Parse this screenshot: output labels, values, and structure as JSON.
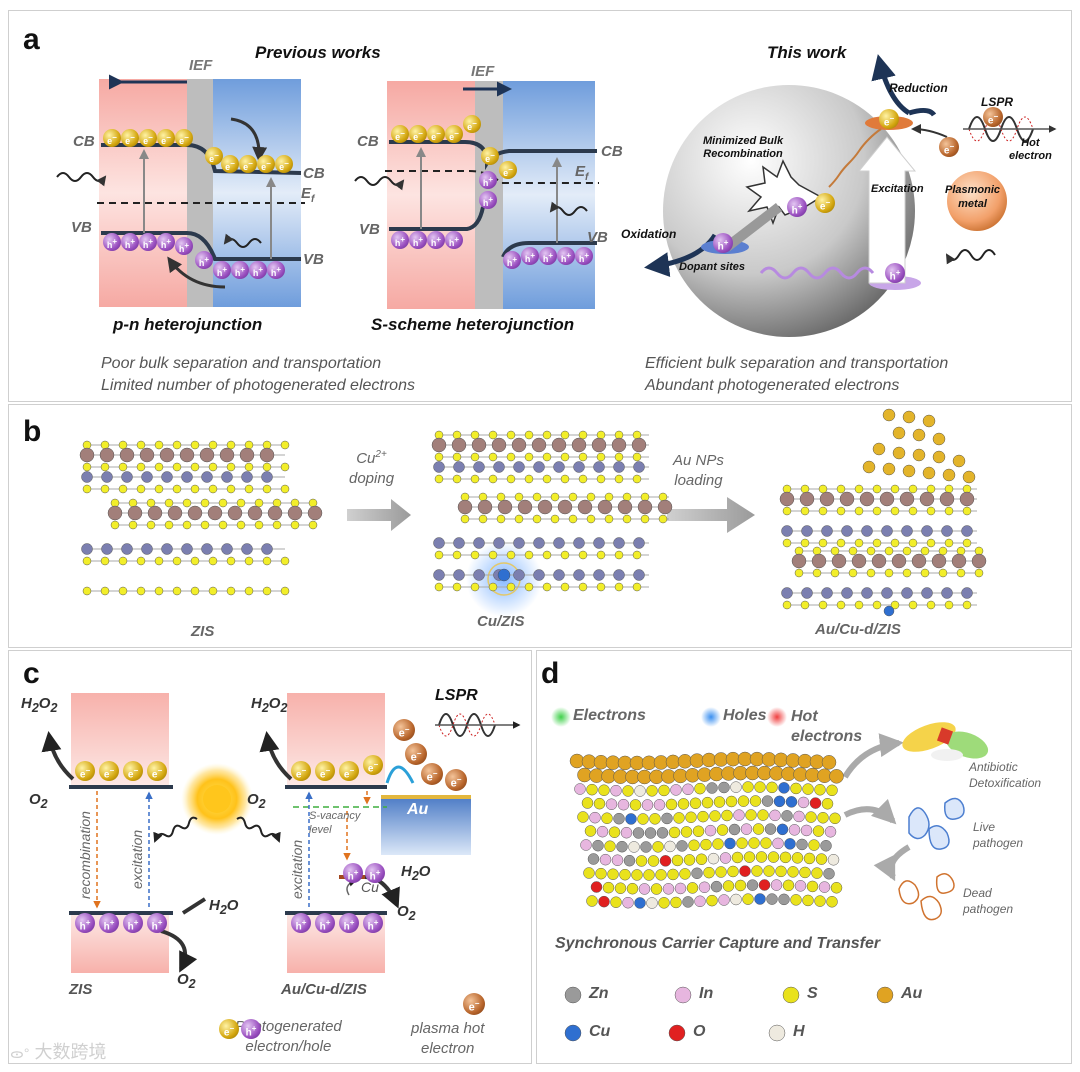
{
  "panel_a": {
    "label": "a",
    "previous_title": "Previous works",
    "this_title": "This work",
    "ief": "IEF",
    "cb": "CB",
    "vb": "VB",
    "ef": "E",
    "ef_sub": "f",
    "pn_title": "p-n heterojunction",
    "s_title": "S-scheme heterojunction",
    "note_left_1": "Poor bulk separation and transportation",
    "note_left_2": "Limited number of photogenerated electrons",
    "note_right_1": "Efficient bulk separation and transportation",
    "note_right_2": "Abundant photogenerated electrons",
    "reduction": "Reduction",
    "oxidation": "Oxidation",
    "lspr": "LSPR",
    "hot_electron_1": "Hot",
    "hot_electron_2": "electron",
    "minimized_1": "Minimized Bulk",
    "minimized_2": "Recombination",
    "excitation": "Excitation",
    "plasmonic_1": "Plasmonic",
    "plasmonic_2": "metal",
    "dopant": "Dopant sites",
    "e": "e",
    "h": "h"
  },
  "panel_b": {
    "label": "b",
    "step1_ion": "Cu",
    "step1_ion_sup": "2+",
    "step1_action": "doping",
    "step2_1": "Au NPs",
    "step2_2": "loading",
    "zis": "ZIS",
    "cuzis": "Cu/ZIS",
    "aucuzis": "Au/Cu-d/ZIS"
  },
  "panel_c": {
    "label": "c",
    "h2o2": "H",
    "o2": "O",
    "h2o": "H",
    "recombination": "recombination",
    "excitation": "excitation",
    "zis": "ZIS",
    "aucuzis": "Au/Cu-d/ZIS",
    "lspr": "LSPR",
    "au": "Au",
    "s_vacancy_1": "S-vacancy",
    "s_vacancy_2": "level",
    "cu": "Cu",
    "legend_1a": "Photogenerated",
    "legend_1b": "electron/hole",
    "legend_2a": "plasma hot",
    "legend_2b": "electron"
  },
  "panel_d": {
    "label": "d",
    "electrons": "Electrons",
    "holes": "Holes",
    "hot_1": "Hot",
    "hot_2": "electrons",
    "antibiotic_1": "Antibiotic",
    "antibiotic_2": "Detoxification",
    "live_1": "Live",
    "live_2": "pathogen",
    "dead_1": "Dead",
    "dead_2": "pathogen",
    "caption": "Synchronous Carrier Capture and Transfer",
    "elements": [
      {
        "name": "Zn",
        "color": "#9a9a9a"
      },
      {
        "name": "In",
        "color": "#e7b6df"
      },
      {
        "name": "S",
        "color": "#e9e21c"
      },
      {
        "name": "Au",
        "color": "#e0a322"
      },
      {
        "name": "Cu",
        "color": "#2f6fd0"
      },
      {
        "name": "O",
        "color": "#e02020"
      },
      {
        "name": "H",
        "color": "#eeeadf"
      }
    ]
  },
  "watermark": "大数跨境"
}
